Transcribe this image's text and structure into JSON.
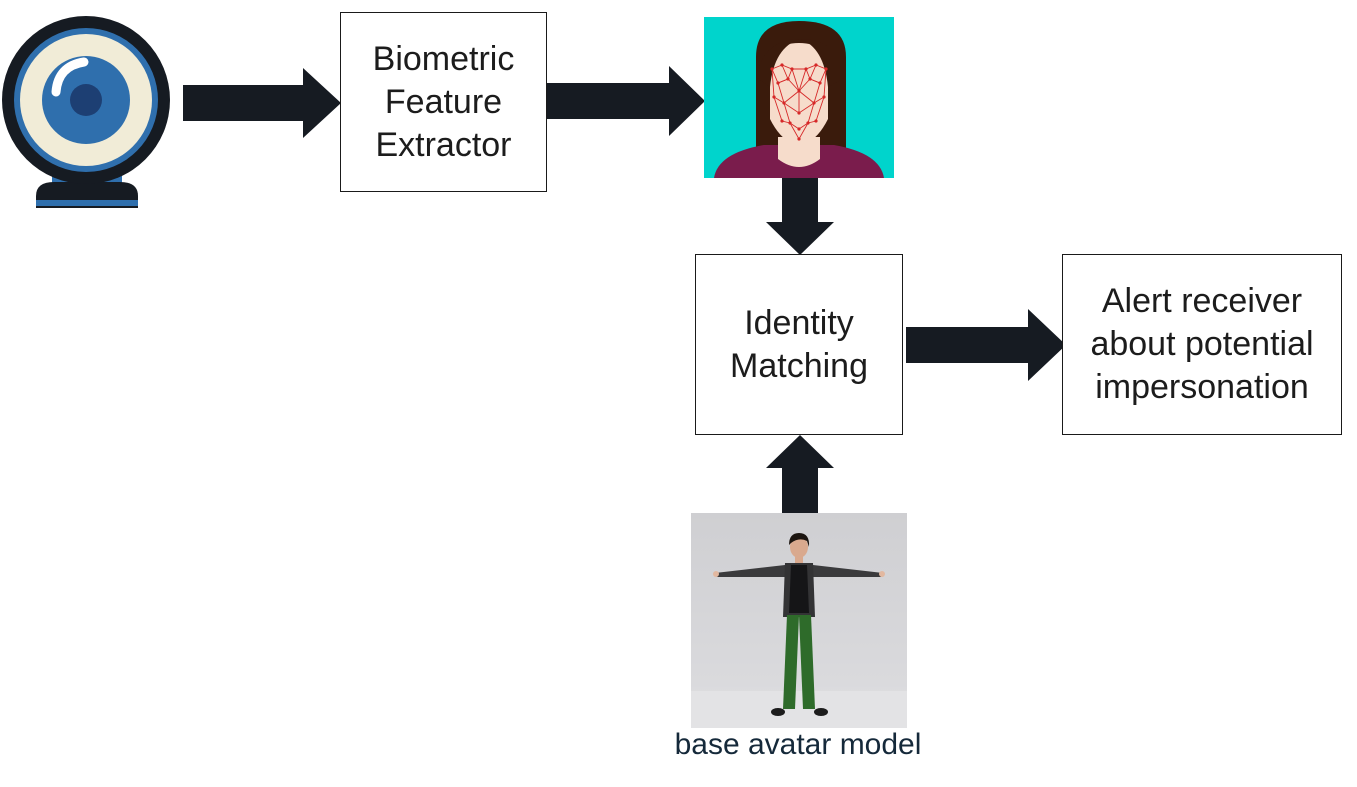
{
  "diagram": {
    "nodes": {
      "webcam": {
        "icon": "webcam-icon"
      },
      "extractor": {
        "lines": [
          "Biometric",
          "Feature",
          "Extractor"
        ]
      },
      "face_mesh": {
        "icon": "face-landmark-image"
      },
      "matching": {
        "lines": [
          "Identity",
          "Matching"
        ]
      },
      "alert": {
        "lines": [
          "Alert receiver",
          "about potential",
          "impersonation"
        ]
      },
      "avatar": {
        "icon": "avatar-image",
        "caption": "base avatar model"
      }
    },
    "edges": [
      {
        "from": "webcam",
        "to": "extractor"
      },
      {
        "from": "extractor",
        "to": "face_mesh"
      },
      {
        "from": "face_mesh",
        "to": "matching"
      },
      {
        "from": "avatar",
        "to": "matching"
      },
      {
        "from": "matching",
        "to": "alert"
      }
    ],
    "colors": {
      "arrow": "#161b22",
      "face_background": "#00d4cc",
      "hair": "#3a1b0c",
      "skin": "#f6dccb",
      "shirt": "#7a1c4c",
      "mesh": "#d62828",
      "webcam_blue": "#2f6fad",
      "webcam_cream": "#f1ecd7",
      "avatar_pants": "#2e6b2a"
    }
  }
}
